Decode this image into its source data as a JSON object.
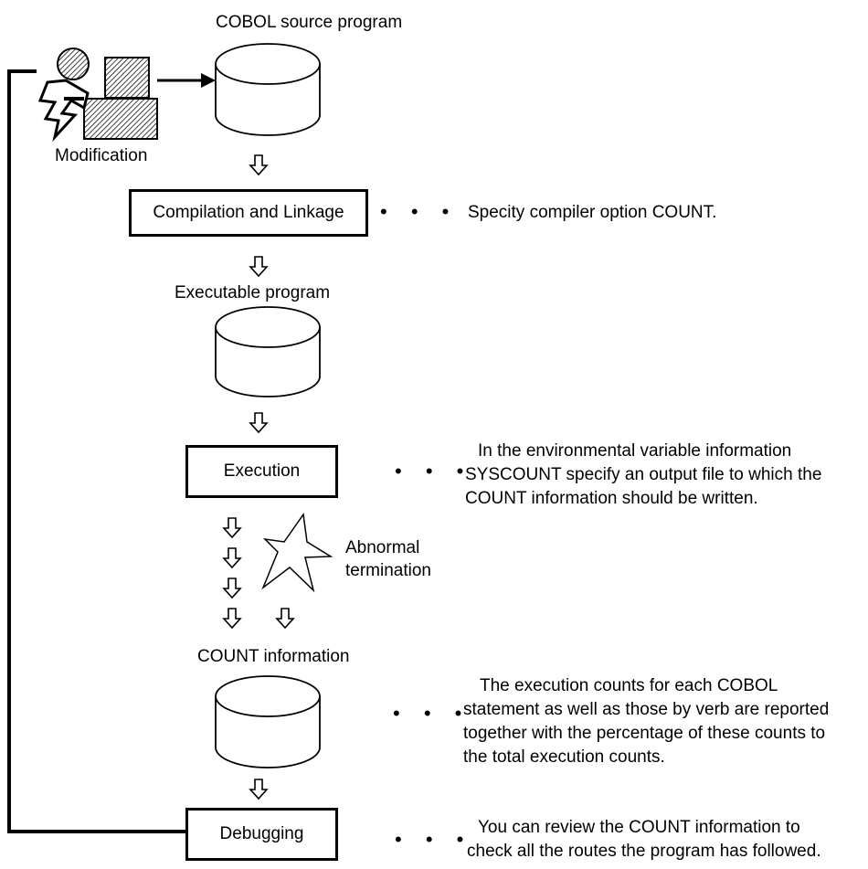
{
  "source": {
    "label": "COBOL source program",
    "person_label": "Modification"
  },
  "steps": {
    "compile": "Compilation and Linkage",
    "execute": "Execution",
    "debug": "Debugging"
  },
  "executable": {
    "label": "Executable program"
  },
  "abnormal": {
    "line1": "Abnormal",
    "line2": "termination"
  },
  "count_info": {
    "label": "COUNT information"
  },
  "ellipsis": "• • •",
  "notes": {
    "compile": [
      "Specity compiler option COUNT."
    ],
    "execute": [
      "In the environmental variable information",
      "SYSCOUNT specify an output file to which the",
      "COUNT information  should be written."
    ],
    "count": [
      "The execution counts for each COBOL",
      "statement as well as those by verb are reported",
      "together with the percentage of these counts to",
      "the total execution counts."
    ],
    "debug": [
      "You can review the COUNT information to",
      "check all  the routes the program has followed."
    ]
  }
}
